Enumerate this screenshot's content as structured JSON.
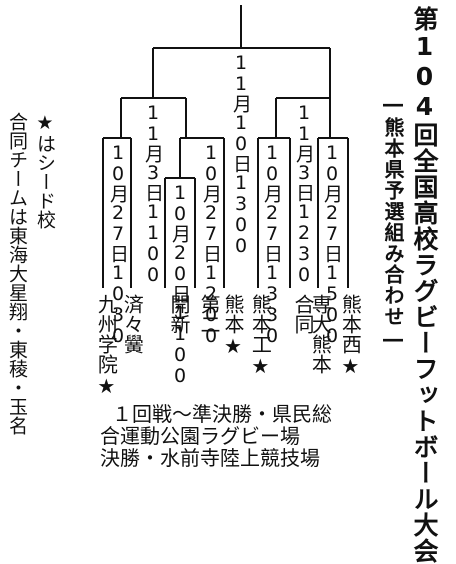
{
  "title": "第104回全国高校ラグビーフットボール大会",
  "subtitle": "―熊本県予選組み合わせ―",
  "matches": {
    "final": "11月10日13時00",
    "semi_left": "11月3日11時00",
    "semi_right": "11月3日12時30",
    "qf_1": "10月27日10時30",
    "qf_2": "10月27日12時00",
    "qf_3": "10月27日13時30",
    "qf_4": "10月27日15時00",
    "r1": "10月20日11時00"
  },
  "match_labels": {
    "final": "11月10日1300",
    "semi_left": "11月3日1100",
    "semi_right": "11月3日1230",
    "qf_1": "10月27日1030",
    "qf_2": "10月27日1200",
    "qf_3": "10月27日1330",
    "qf_4": "10月27日1500",
    "r1": "10月20日1100"
  },
  "teams": [
    {
      "name": "九州学院★",
      "seed": true
    },
    {
      "name": "済々黌",
      "seed": false
    },
    {
      "name": "開新",
      "seed": false
    },
    {
      "name": "第二",
      "seed": false
    },
    {
      "name": "熊本★",
      "seed": true
    },
    {
      "name": "熊本工★",
      "seed": true
    },
    {
      "name": "合同",
      "seed": false
    },
    {
      "name": "専大熊本",
      "seed": false
    },
    {
      "name": "熊本西★",
      "seed": true
    }
  ],
  "notes": {
    "seed_note": "★はシード校",
    "joint_team_note": "合同チームは東海大星翔・東稜・玉名"
  },
  "venues": {
    "line1": "１回戦～準決勝・県民総",
    "line2": "合運動公園ラグビー場",
    "line3": "決勝・水前寺陸上競技場"
  }
}
